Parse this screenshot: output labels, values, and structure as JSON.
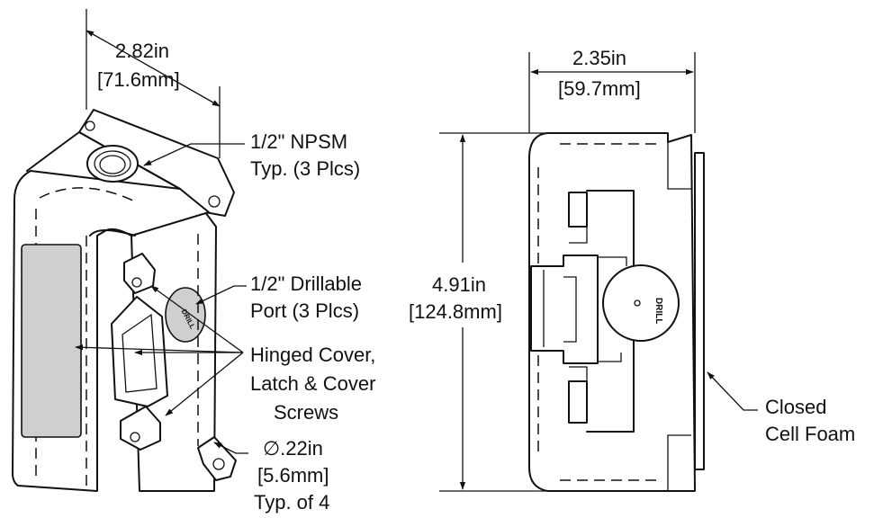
{
  "left_view": {
    "width_in": "2.82in",
    "width_mm": "[71.6mm]",
    "npsm_line1": "1/2\" NPSM",
    "npsm_line2": "Typ. (3 Plcs)",
    "drill_line1": "1/2\" Drillable",
    "drill_line2": "Port (3 Plcs)",
    "hinge_line1": "Hinged Cover,",
    "hinge_line2": "Latch & Cover",
    "hinge_line3": "Screws",
    "hole_dia": "∅.22in",
    "hole_mm": "[5.6mm]",
    "hole_typ": "Typ. of 4",
    "port_stamp": "DRILL"
  },
  "right_view": {
    "width_in": "2.35in",
    "width_mm": "[59.7mm]",
    "height_in": "4.91in",
    "height_mm": "[124.8mm]",
    "foam_line1": "Closed",
    "foam_line2": "Cell Foam",
    "port_stamp": "DRILL"
  },
  "colors": {
    "line": "#111111",
    "background": "#ffffff",
    "shade": "#cfcfcf"
  }
}
